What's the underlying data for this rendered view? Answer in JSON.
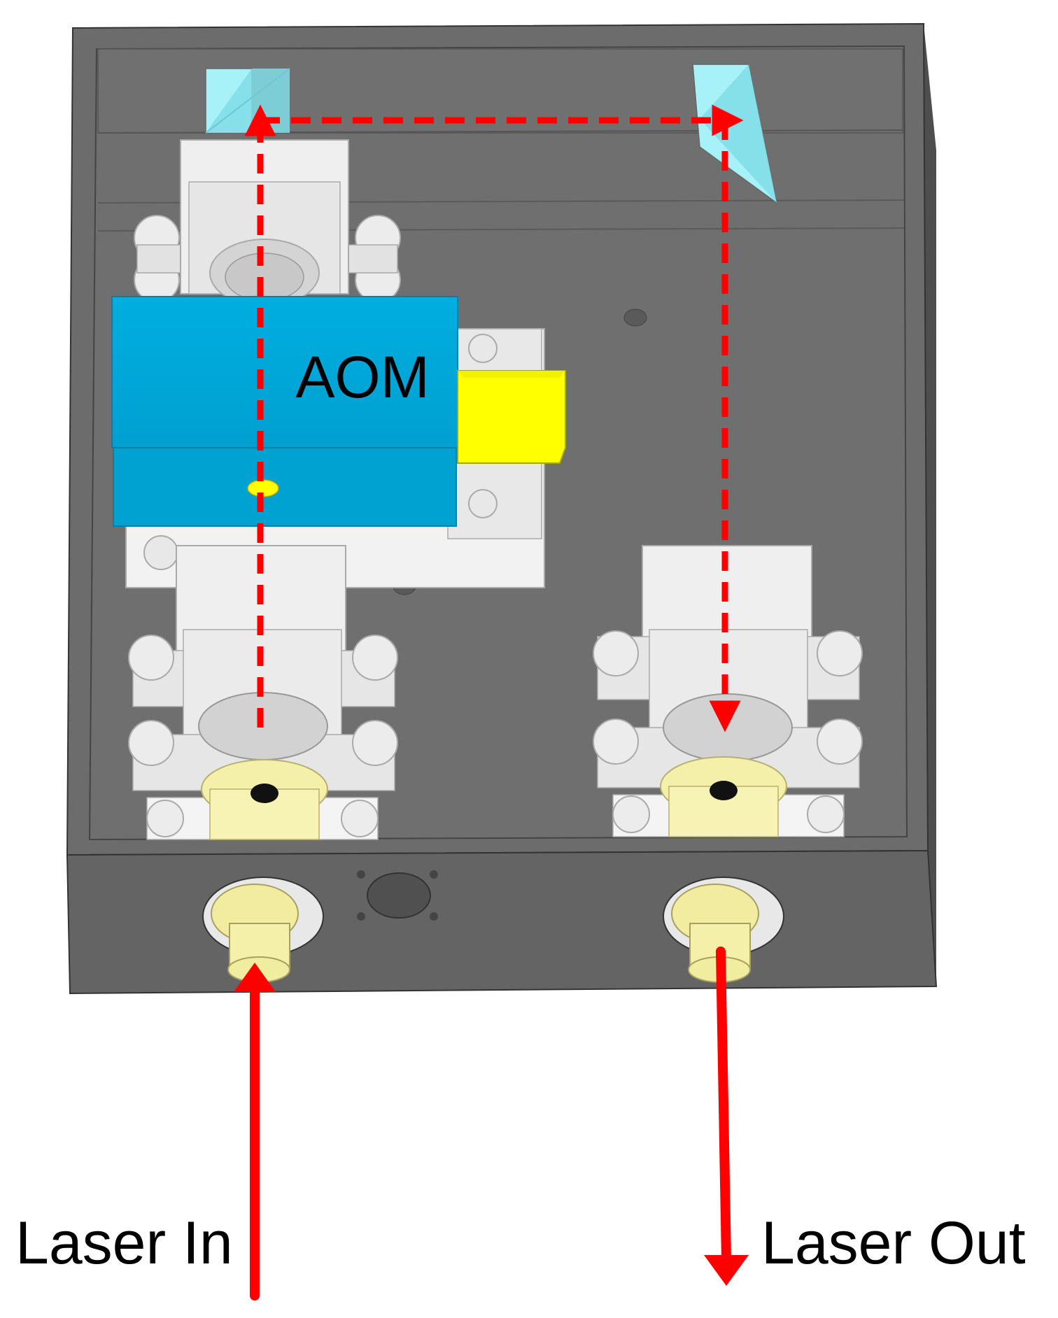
{
  "labels": {
    "aom": "AOM",
    "laser_in": "Laser In",
    "laser_out": "Laser Out"
  },
  "colors": {
    "housing_top": "#727272",
    "housing_rim": "#6a6a6a",
    "housing_front": "#5f5f5f",
    "housing_side": "#4a4a4a",
    "floor": "#6e6e6e",
    "mount": "#ececec",
    "mount_shadow": "#c8c8c8",
    "prism": "#9ef2f8",
    "prism_dark": "#7fdbe6",
    "aom_body": "#00a8d8",
    "aom_lower": "#009fcc",
    "rf_connector": "#ffff00",
    "coupler": "#f4f0a8",
    "beam": "#ff0000",
    "text": "#000000"
  },
  "icons": {
    "beam_path": "dashed-arrow",
    "input_beam": "solid-arrow-up",
    "output_beam": "solid-arrow-down"
  }
}
